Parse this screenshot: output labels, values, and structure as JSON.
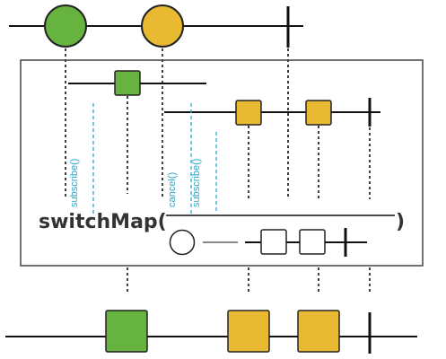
{
  "operator": {
    "name": "switchMap(",
    "close_paren": ")"
  },
  "call_labels": {
    "subscribe_first": "subscribe()",
    "cancel": "cancel()",
    "subscribe_second": "subscribe()"
  },
  "colors": {
    "green": "#66b33f",
    "yellow": "#e8b931",
    "stroke": "#222222",
    "line": "#111111",
    "cyan": "#2aa7c9",
    "panel_border": "#444444",
    "gray_line": "#888888"
  },
  "marble_types": {
    "source": [
      "green-circle",
      "yellow-circle"
    ],
    "inner_first": [
      "green-square"
    ],
    "inner_second": [
      "yellow-square",
      "yellow-square"
    ],
    "mapper_inner": [
      "empty-square",
      "empty-square"
    ],
    "output": [
      "green-square",
      "yellow-square",
      "yellow-square"
    ]
  }
}
